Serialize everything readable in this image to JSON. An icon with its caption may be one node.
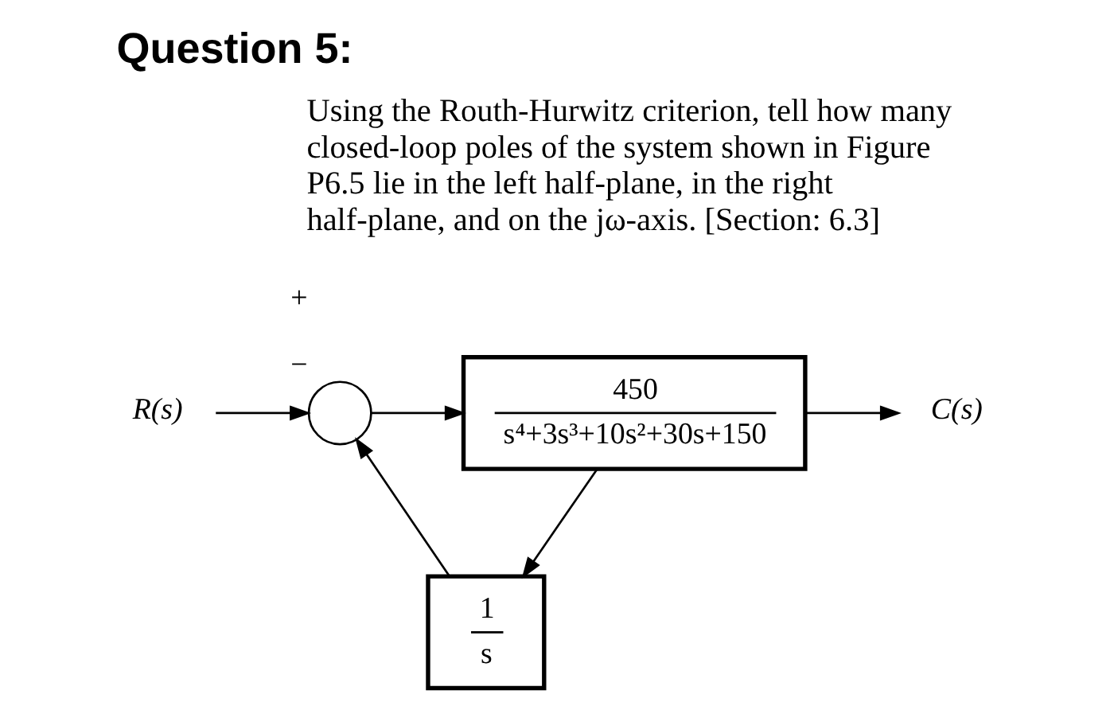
{
  "diagram": {
    "title": "Question 5:",
    "nodes": [
      {
        "text": [
          "R(s)"
        ]
      },
      {
        "text": [],
        "shape": "circle",
        "beside": [
          "+",
          "−"
        ]
      },
      {
        "text": [
          "450",
          "s⁴+3s³+10s²+30s+150"
        ]
      },
      {
        "text": [
          "C(s)"
        ]
      },
      {
        "text": [
          "1",
          "s"
        ]
      }
    ],
    "edges": [
      {
        "from": 0,
        "to": 1,
        "arrow": "to"
      },
      {
        "from": 1,
        "to": 2,
        "arrow": "to"
      },
      {
        "from": 2,
        "to": 3,
        "arrow": "to"
      },
      {
        "from": 2,
        "to": 4,
        "arrow": "to"
      },
      {
        "from": 4,
        "to": 1,
        "arrow": "to"
      }
    ],
    "labels": [
      "Using the Routh-Hurwitz criterion, tell how many closed-loop poles of the system shown in Figure P6.5 lie in the left half-plane, in the right half-plane, and on the jω-axis. [Section: 6.3]"
    ]
  }
}
